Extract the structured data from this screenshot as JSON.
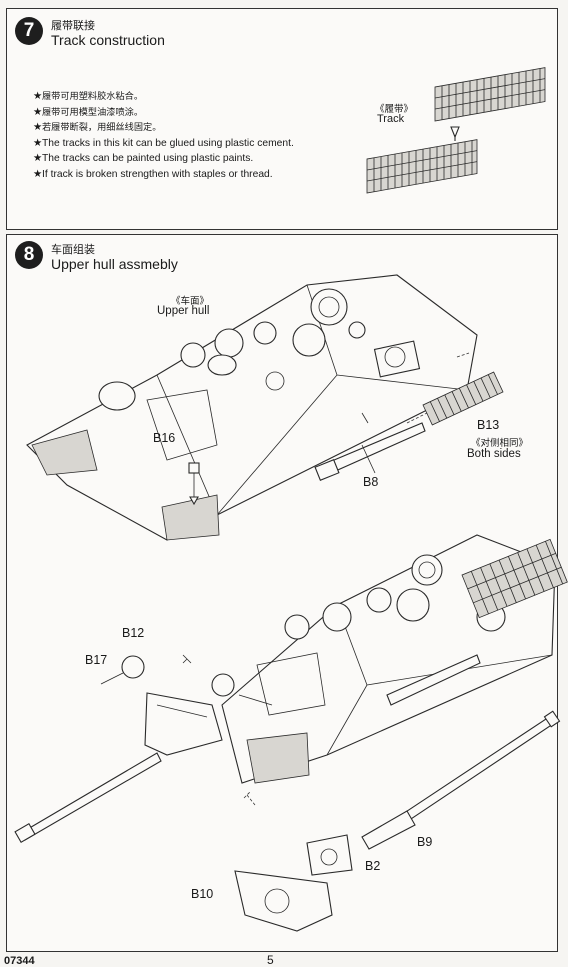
{
  "step7": {
    "number": "7",
    "title_cn": "履带联接",
    "title_en": "Track construction",
    "notes": [
      {
        "bullet": "★",
        "text": "履带可用塑料胶水粘合。"
      },
      {
        "bullet": "★",
        "text": "履带可用模型油漆喷涂。"
      },
      {
        "bullet": "★",
        "text": "若履带断裂，用细丝线固定。"
      },
      {
        "bullet": "★",
        "text": "The tracks in this kit can be glued using plastic cement."
      },
      {
        "bullet": "★",
        "text": "The tracks can be painted using plastic paints."
      },
      {
        "bullet": "★",
        "text": "If track is broken strengthen with staples or thread."
      }
    ],
    "track_label_cn": "《履带》",
    "track_label_en": "Track"
  },
  "step8": {
    "number": "8",
    "title_cn": "车面组装",
    "title_en": "Upper hull assmebly",
    "upper_hull_cn": "《车面》",
    "upper_hull_en": "Upper hull",
    "both_sides_cn": "《对侧相同》",
    "both_sides_en": "Both sides",
    "parts": {
      "b16": "B16",
      "b13": "B13",
      "b8": "B8",
      "b12": "B12",
      "b17": "B17",
      "b9": "B9",
      "b2": "B2",
      "b10": "B10"
    }
  },
  "footer": {
    "code": "07344",
    "page": "5"
  }
}
